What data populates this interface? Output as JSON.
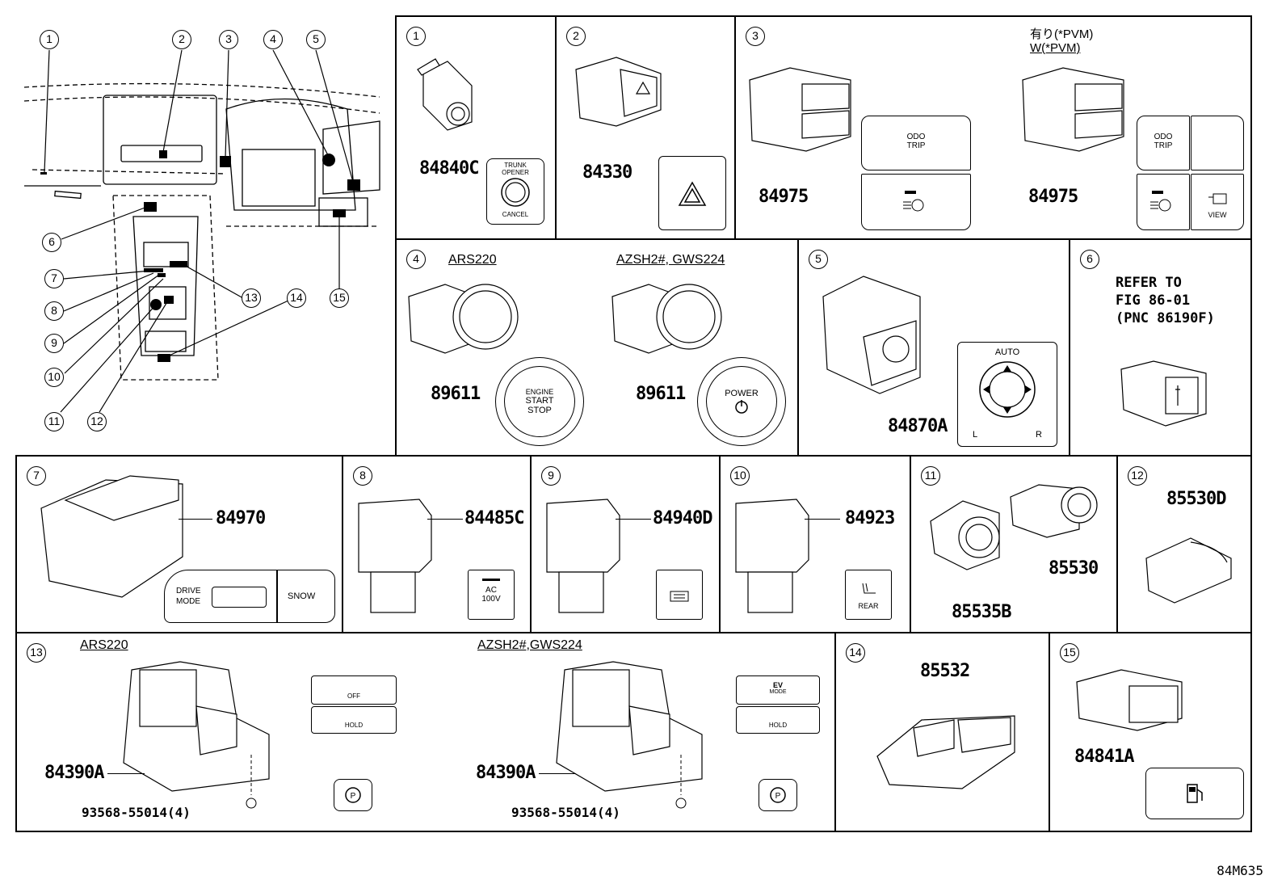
{
  "diagram_code": "84M635",
  "overview": {
    "callouts": [
      "1",
      "2",
      "3",
      "4",
      "5",
      "6",
      "7",
      "8",
      "9",
      "10",
      "11",
      "12",
      "13",
      "14",
      "15"
    ]
  },
  "panels": [
    {
      "num": "1",
      "parts": [
        "84840C"
      ],
      "switch_text": [
        "TRUNK",
        "OPENER",
        "CANCEL"
      ]
    },
    {
      "num": "2",
      "parts": [
        "84330"
      ]
    },
    {
      "num": "3",
      "variant_title": "有り(*PVM)",
      "variant_sub": "W(*PVM)",
      "parts": [
        "84975",
        "84975"
      ],
      "labels": [
        "ODO",
        "TRIP",
        "ODO",
        "TRIP",
        "VIEW"
      ]
    },
    {
      "num": "4",
      "variant_a": "ARS220",
      "variant_b": "AZSH2#, GWS224",
      "parts": [
        "89611",
        "89611"
      ],
      "labels": [
        "ENGINE",
        "START",
        "STOP",
        "POWER"
      ]
    },
    {
      "num": "5",
      "parts": [
        "84870A"
      ],
      "labels": [
        "AUTO",
        "L",
        "R"
      ]
    },
    {
      "num": "6",
      "ref_text": "REFER TO\nFIG 86-01\n(PNC 86190F)"
    },
    {
      "num": "7",
      "parts": [
        "84970"
      ],
      "labels": [
        "DRIVE",
        "MODE",
        "SNOW"
      ]
    },
    {
      "num": "8",
      "parts": [
        "84485C"
      ],
      "labels": [
        "AC",
        "100V"
      ]
    },
    {
      "num": "9",
      "parts": [
        "84940D"
      ]
    },
    {
      "num": "10",
      "parts": [
        "84923"
      ],
      "labels": [
        "REAR"
      ]
    },
    {
      "num": "11",
      "parts": [
        "85530",
        "85535B"
      ]
    },
    {
      "num": "12",
      "parts": [
        "85530D"
      ]
    },
    {
      "num": "13",
      "variant_a": "ARS220",
      "variant_b": "AZSH2#,GWS224",
      "parts": [
        "84390A",
        "93568-55014(4)",
        "84390A",
        "93568-55014(4)"
      ],
      "labels": [
        "OFF",
        "HOLD",
        "EV",
        "MODE"
      ]
    },
    {
      "num": "14",
      "parts": [
        "85532"
      ]
    },
    {
      "num": "15",
      "parts": [
        "84841A"
      ]
    }
  ]
}
